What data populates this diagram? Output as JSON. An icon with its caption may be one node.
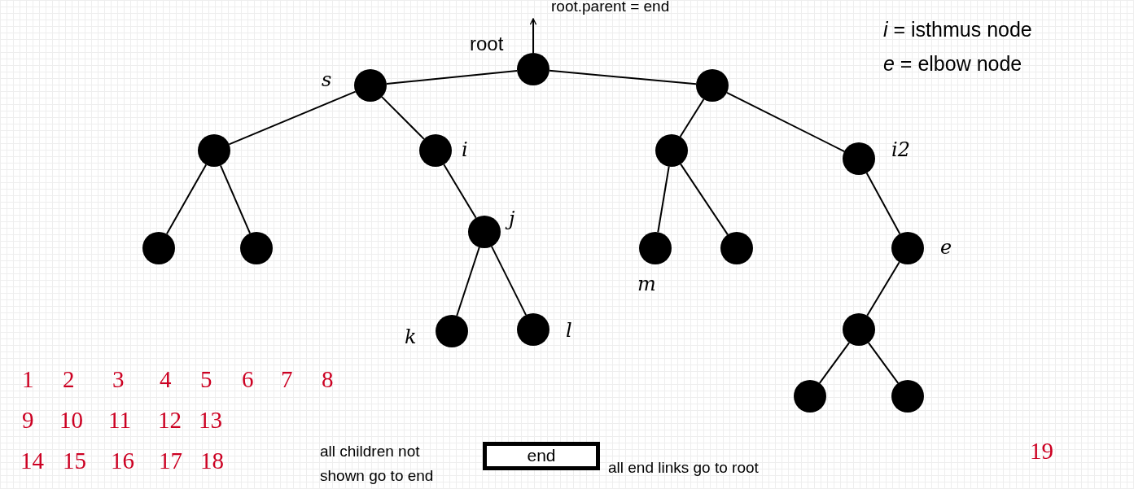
{
  "diagram": {
    "nodes": [
      {
        "text": [],
        "shape": "circle",
        "beside": [
          "root"
        ]
      },
      {
        "text": [],
        "shape": "circle",
        "beside": [
          "s"
        ]
      },
      {
        "text": [],
        "shape": "circle"
      },
      {
        "text": [],
        "shape": "circle"
      },
      {
        "text": [],
        "shape": "circle",
        "beside": [
          "i"
        ]
      },
      {
        "text": [],
        "shape": "circle"
      },
      {
        "text": [],
        "shape": "circle",
        "beside": [
          "i2"
        ]
      },
      {
        "text": [],
        "shape": "circle"
      },
      {
        "text": [],
        "shape": "circle"
      },
      {
        "text": [],
        "shape": "circle",
        "beside": [
          "j"
        ]
      },
      {
        "text": [],
        "shape": "circle",
        "beside": [
          "m"
        ]
      },
      {
        "text": [],
        "shape": "circle"
      },
      {
        "text": [],
        "shape": "circle",
        "beside": [
          "e"
        ]
      },
      {
        "text": [],
        "shape": "circle",
        "beside": [
          "k"
        ]
      },
      {
        "text": [],
        "shape": "circle",
        "beside": [
          "l"
        ]
      },
      {
        "text": [],
        "shape": "circle"
      },
      {
        "text": [],
        "shape": "circle"
      },
      {
        "text": [],
        "shape": "circle"
      },
      {
        "text": [
          "end"
        ],
        "beside": [
          "all children not shown go to end",
          "all end links go to root"
        ]
      }
    ],
    "edges": [
      {
        "from": 0,
        "to": null,
        "arrow": "to",
        "label": "root.parent = end"
      },
      {
        "from": 0,
        "to": 1,
        "arrow": "none"
      },
      {
        "from": 0,
        "to": 2,
        "arrow": "none"
      },
      {
        "from": 1,
        "to": 3,
        "arrow": "none"
      },
      {
        "from": 1,
        "to": 4,
        "arrow": "none"
      },
      {
        "from": 3,
        "to": 7,
        "arrow": "none"
      },
      {
        "from": 3,
        "to": 8,
        "arrow": "none"
      },
      {
        "from": 4,
        "to": 9,
        "arrow": "none"
      },
      {
        "from": 9,
        "to": 13,
        "arrow": "none"
      },
      {
        "from": 9,
        "to": 14,
        "arrow": "none"
      },
      {
        "from": 2,
        "to": 5,
        "arrow": "none"
      },
      {
        "from": 2,
        "to": 6,
        "arrow": "none"
      },
      {
        "from": 5,
        "to": 10,
        "arrow": "none"
      },
      {
        "from": 5,
        "to": 11,
        "arrow": "none"
      },
      {
        "from": 6,
        "to": 12,
        "arrow": "none"
      },
      {
        "from": 12,
        "to": 15,
        "arrow": "none"
      },
      {
        "from": 15,
        "to": 16,
        "arrow": "none"
      },
      {
        "from": 15,
        "to": 17,
        "arrow": "none"
      }
    ],
    "labels": [
      "*i* = isthmus node",
      "*e* = elbow node",
      "1",
      "2",
      "3",
      "4",
      "5",
      "6",
      "7",
      "8",
      "9",
      "10",
      "11",
      "12",
      "13",
      "14",
      "15",
      "16",
      "17",
      "18",
      "19"
    ]
  }
}
